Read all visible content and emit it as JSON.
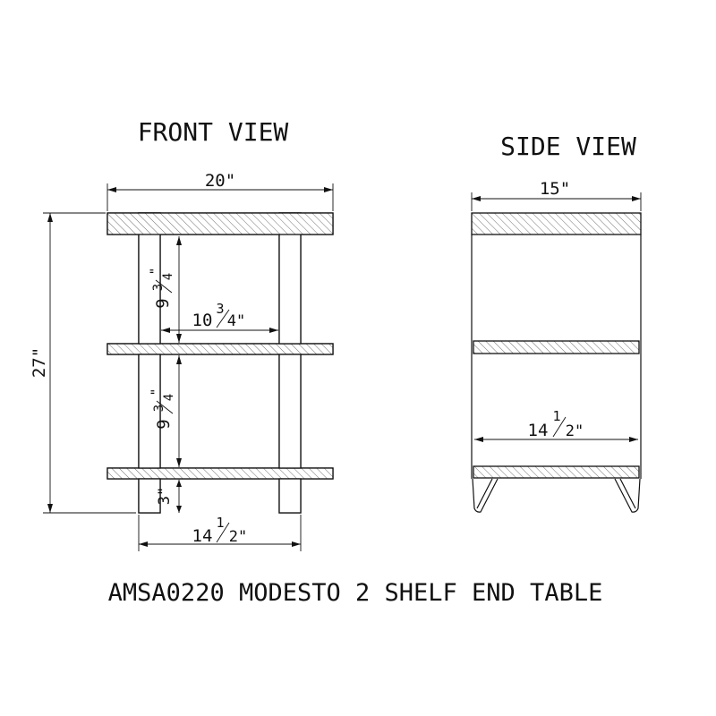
{
  "views": {
    "front_title": "FRONT VIEW",
    "side_title": "SIDE VIEW"
  },
  "front_dims": {
    "width_top": "20\"",
    "height_total": "27\"",
    "upper_gap_whole": "9",
    "upper_gap_frac_num": "3",
    "upper_gap_frac_den": "4",
    "upper_gap_inch": "\"",
    "inner_width_whole": "10",
    "inner_width_num": "3",
    "inner_width_den": "4\"",
    "lower_gap_whole": "9",
    "lower_gap_frac_num": "3",
    "lower_gap_frac_den": "4",
    "lower_gap_inch": "\"",
    "floor_gap": "3\"",
    "leg_span_whole": "14",
    "leg_span_num": "1",
    "leg_span_den": "2\""
  },
  "side_dims": {
    "depth_top": "15\"",
    "shelf_span_whole": "14",
    "shelf_span_num": "1",
    "shelf_span_den": "2\""
  },
  "caption": "AMSA0220 MODESTO 2 SHELF END TABLE",
  "colors": {
    "line": "#111111",
    "background": "#ffffff"
  }
}
